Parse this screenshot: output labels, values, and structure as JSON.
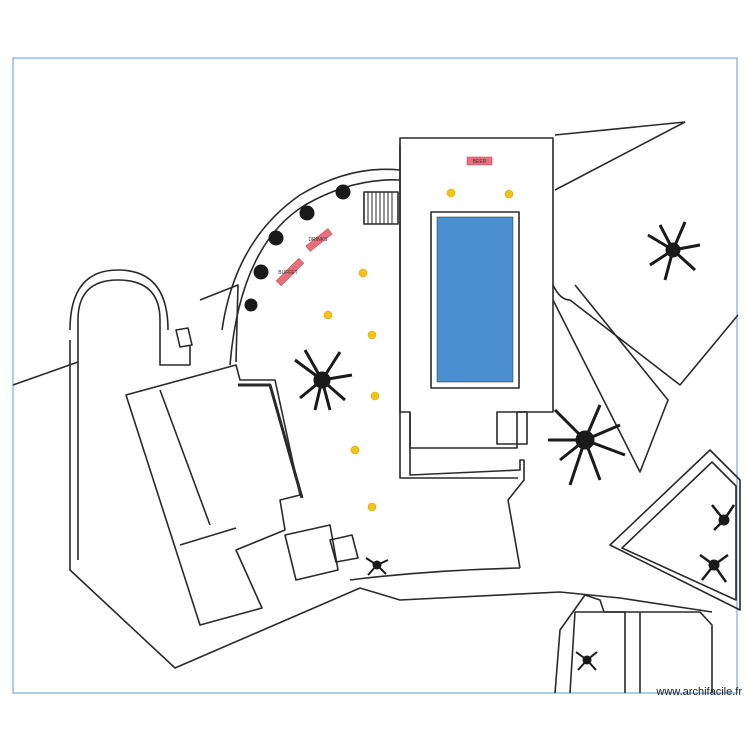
{
  "plan": {
    "labels": {
      "beer": "BEER",
      "drinks": "DRINKS",
      "buffet": "BUFFET"
    },
    "watermark": "www.archifacile.fr",
    "colors": {
      "pool": "#4a90d0",
      "table": "#e8707a",
      "light": "#f2c318",
      "frame": "#5b9bd5",
      "line": "#2a2a2a"
    }
  }
}
